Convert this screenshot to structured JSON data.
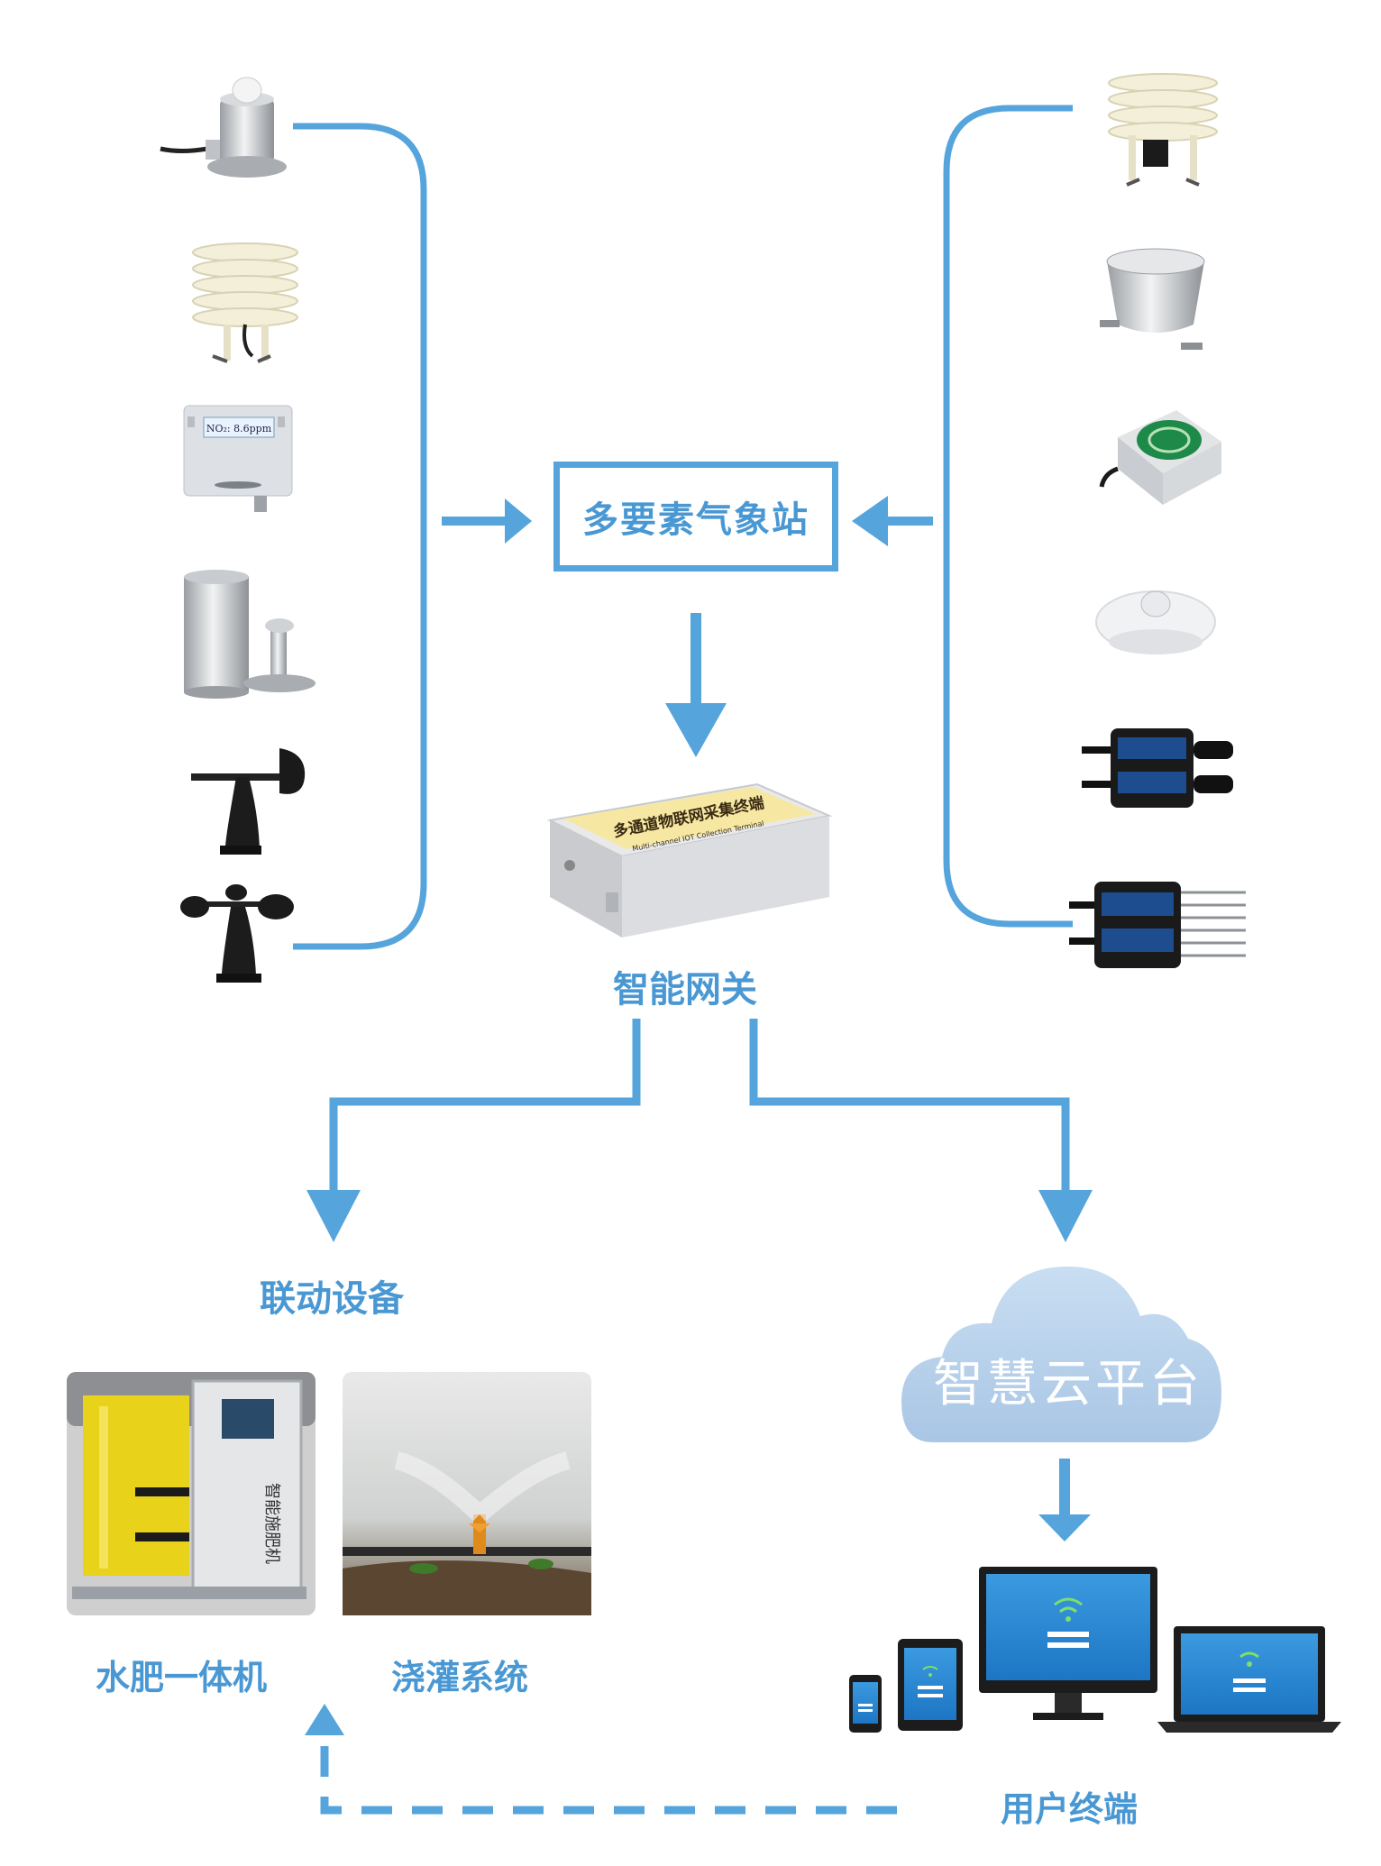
{
  "center": {
    "station_label": "多要素气象站",
    "gateway_label": "智能网关",
    "gateway_device_text_main": "多通道物联网采集终端",
    "gateway_device_text_sub": "Multi-channel IOT Collection Terminal"
  },
  "left_sensors": {
    "display_text": "NO₂: 8.6ppm"
  },
  "linkage": {
    "title": "联动设备",
    "water_fertilizer_label": "水肥一体机",
    "irrigation_label": "浇灌系统",
    "machine_panel_text": "智能施肥机"
  },
  "cloud": {
    "label": "智慧云平台"
  },
  "terminals": {
    "label": "用户终端"
  },
  "colors": {
    "accent": "#55a4dc",
    "label": "#4a98d3",
    "cloud": "#b9d3ec"
  }
}
